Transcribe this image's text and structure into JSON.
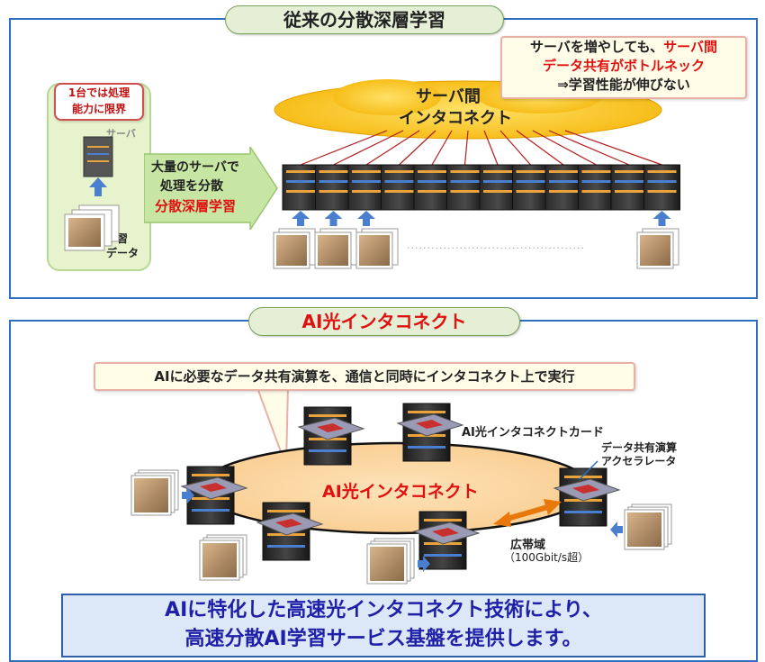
{
  "top": {
    "title": "従来の分散深層学習",
    "note_limit": [
      "1台では処理",
      "能力に限界"
    ],
    "server_label": "サーバ",
    "training_data": [
      "学習",
      "データ"
    ],
    "arrow_text": [
      "大量のサーバで",
      "処理を分散"
    ],
    "arrow_highlight": "分散深層学習",
    "interconnect_cloud": [
      "サーバ間",
      "インタコネクト"
    ],
    "callout": {
      "line1": "サーバを増やしても、",
      "line1_red": "サーバ間",
      "line2_red": "データ共有がボトルネック",
      "line3": "⇒学習性能が伸びない"
    },
    "ellipsis": "............................................"
  },
  "bottom": {
    "title": "AI光インタコネクト",
    "callout": "AIに必要なデータ共有演算を、通信と同時にインタコネクト上で実行",
    "ring_label": "AI光インタコネクト",
    "card_label": "AI光インタコネクトカード",
    "accelerator_label": [
      "データ共有演算",
      "アクセラレータ"
    ],
    "bandwidth_label": [
      "広帯域",
      "（100Gbit/s超）"
    ],
    "summary": [
      "AIに特化した高速光インタコネクト技術により、",
      "高速分散AI学習サービス基盤を提供します。"
    ]
  },
  "colors": {
    "panel_border": "#2f6fc0",
    "title_pill": "#e4efd6",
    "red_highlight": "#e01010",
    "blue_text": "#1f1fa8",
    "cloud": "#f5b70b",
    "arrow_orange": "#e8780a"
  }
}
